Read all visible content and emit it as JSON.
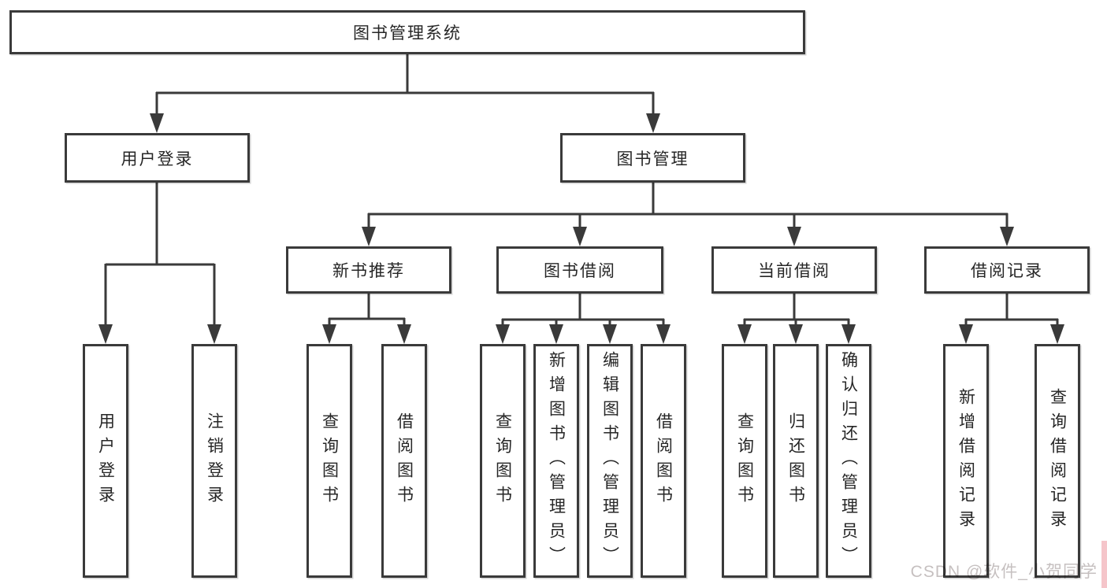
{
  "diagram": {
    "root": {
      "label": "图书管理系统"
    },
    "level2": [
      {
        "id": "user-login",
        "label": "用户登录"
      },
      {
        "id": "book-management",
        "label": "图书管理"
      }
    ],
    "level3": [
      {
        "id": "new-book-recommend",
        "label": "新书推荐"
      },
      {
        "id": "book-borrow",
        "label": "图书借阅"
      },
      {
        "id": "current-borrow",
        "label": "当前借阅"
      },
      {
        "id": "borrow-records",
        "label": "借阅记录"
      }
    ],
    "leaves": [
      {
        "id": "user-login",
        "label": "用户登录"
      },
      {
        "id": "logout-login",
        "label": "注销登录"
      },
      {
        "id": "query-books-recommend",
        "label": "查询图书"
      },
      {
        "id": "borrow-books-recommend",
        "label": "借阅图书"
      },
      {
        "id": "query-books-borrow",
        "label": "查询图书"
      },
      {
        "id": "add-books-admin",
        "label": "新增图书（管理员）"
      },
      {
        "id": "edit-books-admin",
        "label": "编辑图书（管理员）"
      },
      {
        "id": "borrow-books-borrow",
        "label": "借阅图书"
      },
      {
        "id": "query-books-current",
        "label": "查询图书"
      },
      {
        "id": "return-books",
        "label": "归还图书"
      },
      {
        "id": "confirm-return-admin",
        "label": "确认归还（管理员）"
      },
      {
        "id": "add-borrow-record",
        "label": "新增借阅记录"
      },
      {
        "id": "query-borrow-record",
        "label": "查询借阅记录"
      }
    ]
  },
  "watermark": {
    "text": "CSDN @软件_小贺同学",
    "color": "#c6c0c0"
  },
  "colors": {
    "line": "#3a3a3a",
    "text": "#262626",
    "background": "#ffffff",
    "edge_strip": "#f5c5ca"
  }
}
